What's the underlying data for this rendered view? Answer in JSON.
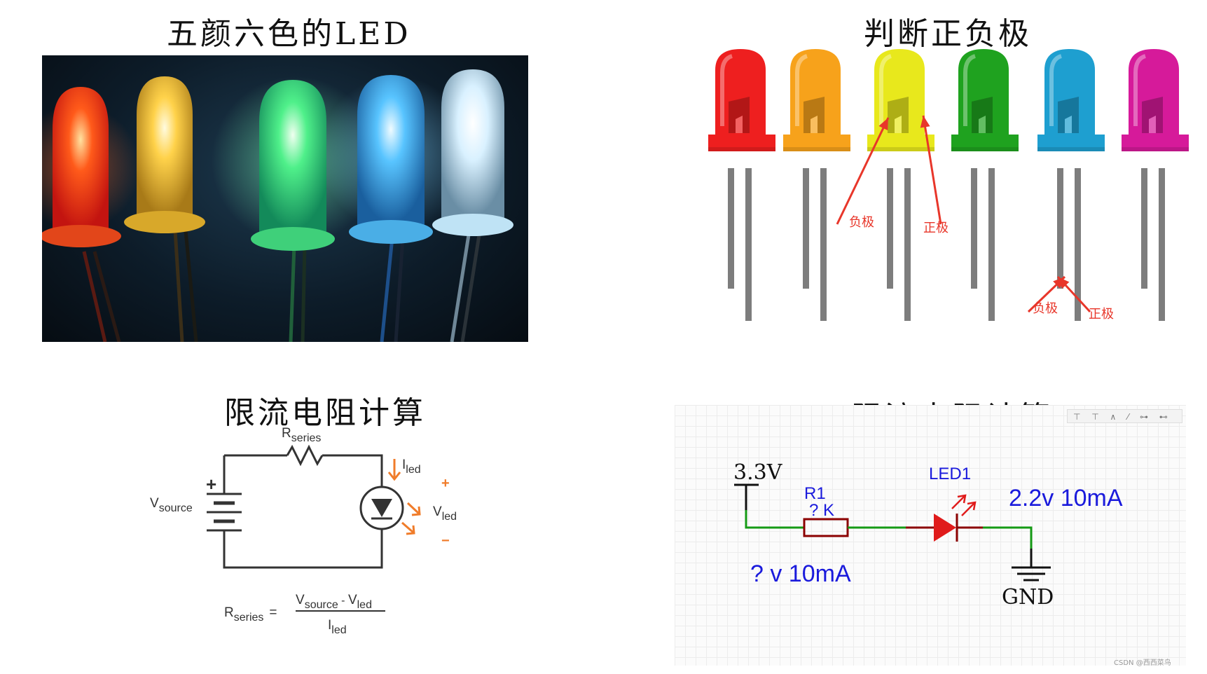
{
  "titles": {
    "photo": "五颜六色的LED",
    "polarity": "判断正负极",
    "calc_left": "限流电阻计算",
    "calc_right": "限流电阻计算"
  },
  "polarity": {
    "label_negative": "负极",
    "label_positive": "正极"
  },
  "circuit_left": {
    "r_main": "R",
    "r_sub": "series",
    "i_main": "I",
    "i_sub": "led",
    "vsrc_main": "V",
    "vsrc_sub": "source",
    "vled_main": "V",
    "vled_sub": "led",
    "plus_batt": "+",
    "plus_led": "+",
    "minus_led": "−",
    "formula_r_main": "R",
    "formula_r_sub": "series",
    "formula_eq": "=",
    "formula_num_v1": "V",
    "formula_num_s1": "source",
    "formula_num_op": " - ",
    "formula_num_v2": "V",
    "formula_num_s2": "led",
    "formula_den_i": "I",
    "formula_den_s": "led"
  },
  "circuit_right": {
    "supply": "3.3V",
    "r_name": "R1",
    "r_value": "? K",
    "led_name": "LED1",
    "led_spec": "2.2v 10mA",
    "r_spec": "? v 10mA",
    "gnd": "GND",
    "toolbar": "⊤ ⊤ ∧ ⁄ ⊶ ⊷"
  },
  "watermark": "CSDN @西西菜鸟",
  "colors": {
    "led_red": "#ee1f1f",
    "led_orange": "#f7a21b",
    "led_yellow": "#e8e81c",
    "led_green": "#1fa21f",
    "led_blue": "#1e9fd0",
    "led_magenta": "#d61a9a",
    "arrow_red": "#e8362a",
    "circuit_orange": "#f07c2a",
    "schem_blue": "#1a1adc",
    "schem_green": "#159a15",
    "schem_darkred": "#8b0000"
  }
}
